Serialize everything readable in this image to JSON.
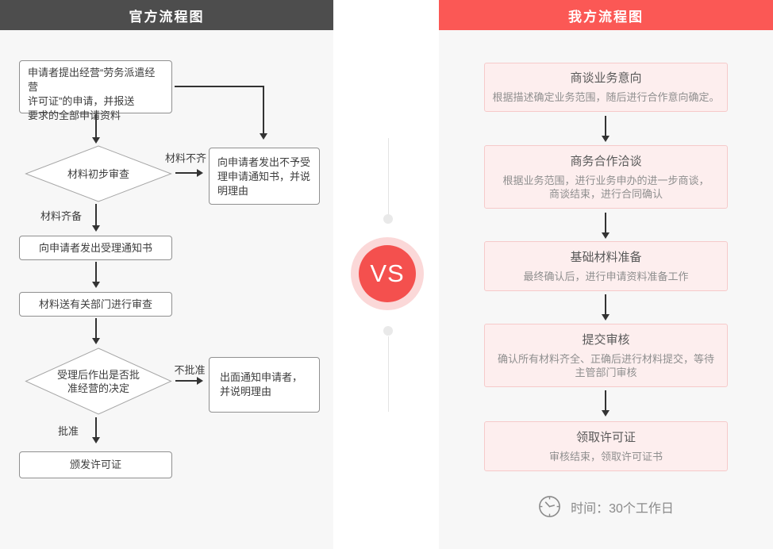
{
  "left_panel": {
    "title": "官方流程图",
    "nodes": {
      "apply_box": "申请者提出经营“劳务派遣经营\n许可证”的申请，并报送\n要求的全部申请资料",
      "review1_diamond": "材料初步审查",
      "reject_box": "向申请者发出不予受\n理申请通知书，并说\n明理由",
      "accept_box": "向申请者发出受理通知书",
      "dept_review_box": "材料送有关部门进行审查",
      "decision_diamond": "受理后作出是否批\n准经营的决定",
      "notify_box": "出面通知申请者，\n并说明理由",
      "license_box": "颁发许可证"
    },
    "edge_labels": {
      "incomplete": "材料不齐",
      "complete": "材料齐备",
      "not_approved": "不批准",
      "approved": "批准"
    }
  },
  "divider": {
    "vs_label": "VS"
  },
  "right_panel": {
    "title": "我方流程图",
    "steps": [
      {
        "title": "商谈业务意向",
        "desc": "根据描述确定业务范围，随后进行合作意向确定。"
      },
      {
        "title": "商务合作洽谈",
        "desc": "根据业务范围，进行业务申办的进一步商谈，\n商谈结束，进行合同确认"
      },
      {
        "title": "基础材料准备",
        "desc": "最终确认后，进行申请资料准备工作"
      },
      {
        "title": "提交审核",
        "desc": "确认所有材料齐全、正确后进行材料提交，等待\n主管部门审核"
      },
      {
        "title": "领取许可证",
        "desc": "审核结束，领取许可证书"
      }
    ],
    "time_icon": "clock-icon",
    "time_note": "时间：30个工作日"
  },
  "colors": {
    "header_left_bg": "#4d4d4d",
    "header_right_bg": "#fb5855",
    "vs_red": "#f4504e",
    "vs_ring": "#fbd8d8",
    "step_fill": "#fdeeee",
    "step_border": "#f6caca",
    "panel_bg": "#f7f7f7",
    "arrow": "#333333"
  }
}
